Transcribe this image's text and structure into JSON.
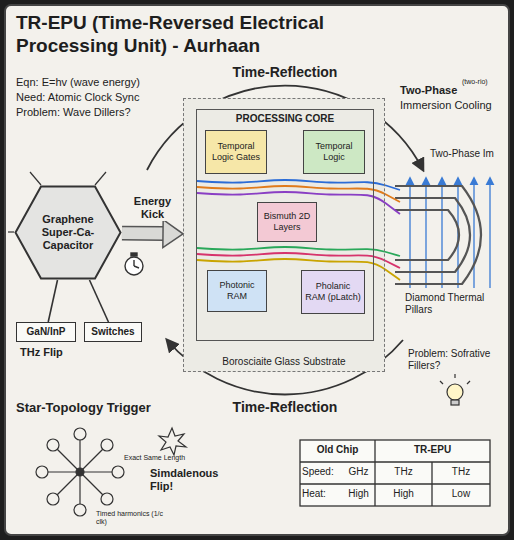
{
  "diagram": {
    "title": "TR-EPU (Time-Reversed Electrical Processing Unit) - Aurhaan",
    "nodes": [
      {
        "text": [
          "Graphene Super-Ca- Capacitor"
        ]
      },
      {
        "text": [
          "Borosciaite Glass Substrate"
        ]
      },
      {
        "text": [
          "PROCESSING CORE"
        ],
        "in": 1
      },
      {
        "text": [
          "Temporal Logic Gates"
        ],
        "in": 2
      },
      {
        "text": [
          "Temporal Logic"
        ],
        "in": 2
      },
      {
        "text": [
          "Bismuth 2D Layers"
        ],
        "in": 2
      },
      {
        "text": [
          "Photonic RAM"
        ],
        "in": 2
      },
      {
        "text": [
          "Pholanic RAM (pLatch)"
        ],
        "in": 2
      },
      {
        "text": [
          "GaN/InP"
        ]
      },
      {
        "text": [
          "Switches"
        ]
      }
    ],
    "edges": [
      {
        "from": 0,
        "to": 1,
        "arrow": "to",
        "label": "Energy Kick"
      },
      {
        "from": 0,
        "to": 8,
        "arrow": "none"
      },
      {
        "from": 0,
        "to": 9,
        "arrow": "none"
      }
    ],
    "labels": [
      "Eqn: E=hv (wave energy)",
      "Need: Atomic Clock Sync",
      "Problem: Wave Dillers?",
      "Time-Reflection",
      "Two-Phase",
      "(two-rio)",
      "Immersion Cooling",
      "Two-Phase Im",
      "Diamond Thermal Pillars",
      "Problem: Sofrative Fillers?",
      "THz Flip",
      "Time-Reflection",
      "Star-Topology Trigger",
      "Exact Same Length",
      "Simdalenous Flip!",
      "Timed harmonics (1/c clk)",
      "Old Chip",
      "TR-EPU",
      "Speed:",
      "GHz",
      "THz",
      "THz",
      "Heat:",
      "High",
      "High",
      "Low"
    ]
  }
}
